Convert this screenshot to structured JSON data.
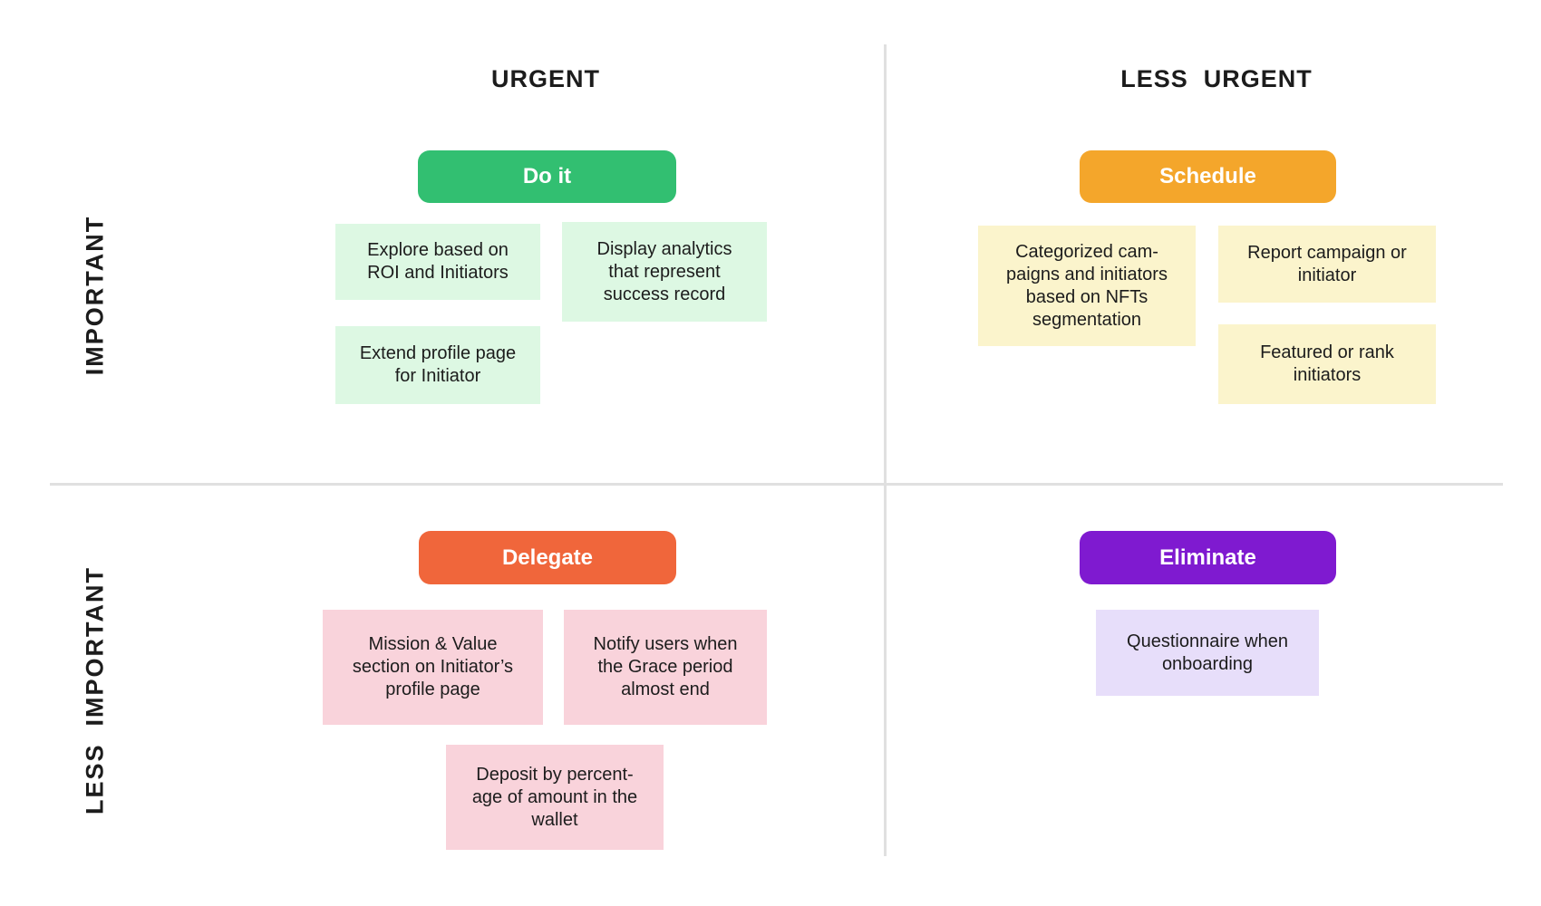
{
  "matrix": {
    "columns": [
      {
        "label": "URGENT"
      },
      {
        "label": "LESS  URGENT"
      }
    ],
    "rows": [
      {
        "label": "IMPORTANT"
      },
      {
        "label": "LESS  IMPORTANT"
      }
    ]
  },
  "quadrants": [
    {
      "name": "urgent-important",
      "action_label": "Do it",
      "cards": [
        {
          "text": "Explore based on\nROI and Initiators"
        },
        {
          "text": "Display analytics\nthat represent\nsuccess record"
        },
        {
          "text": "Extend profile page\nfor Initiator"
        }
      ]
    },
    {
      "name": "less-urgent-important",
      "action_label": "Schedule",
      "cards": [
        {
          "text": "Categorized cam-\npaigns and initiators\nbased on NFTs\nsegmentation"
        },
        {
          "text": "Report campaign or\ninitiator"
        },
        {
          "text": "Featured or rank\ninitiators"
        }
      ]
    },
    {
      "name": "urgent-less-important",
      "action_label": "Delegate",
      "cards": [
        {
          "text": "Mission & Value\nsection on Initiator’s\nprofile page"
        },
        {
          "text": "Notify users when\nthe Grace period\nalmost end"
        },
        {
          "text": "Deposit by percent-\nage of amount in the\nwallet"
        }
      ]
    },
    {
      "name": "less-urgent-less-important",
      "action_label": "Eliminate",
      "cards": [
        {
          "text": "Questionnaire when\nonboarding"
        }
      ]
    }
  ],
  "theme": {
    "do_green": "#32bf71",
    "do_card_bg": "#ddf8e3",
    "schedule_orange": "#f4a62b",
    "schedule_card_bg": "#fbf4cc",
    "delegate_red": "#f0663b",
    "delegate_card_bg": "#f9d3db",
    "eliminate_purple": "#7f1ad0",
    "eliminate_card_bg": "#e7defa",
    "text_dark": "#1c1c1c",
    "button_text": "#ffffff",
    "divider": "#e0e0e0"
  }
}
